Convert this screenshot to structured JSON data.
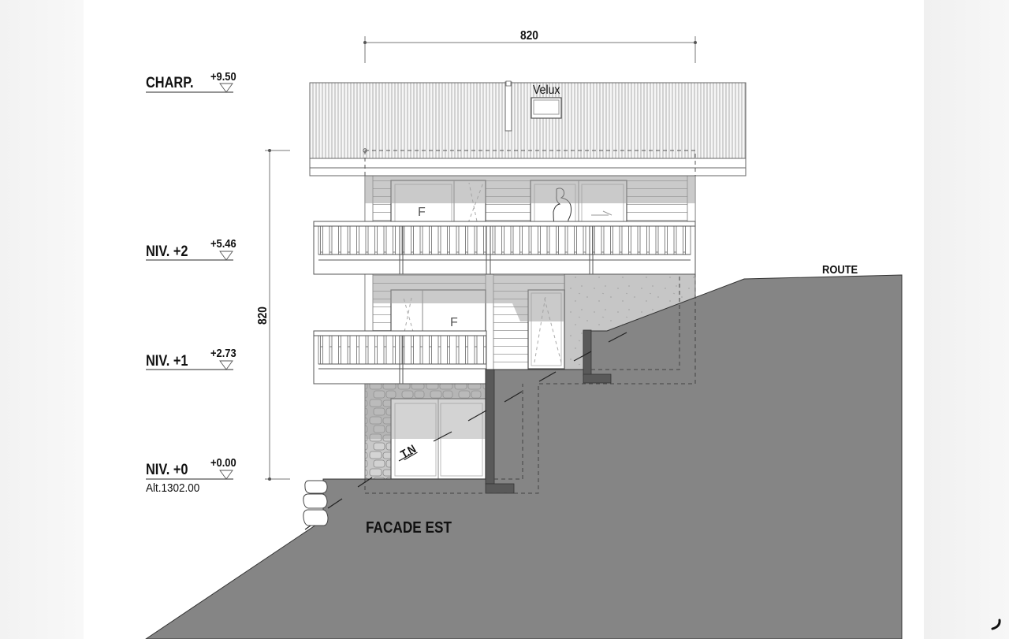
{
  "drawing": {
    "title": "FACADE EST",
    "levels": [
      {
        "name": "CHARP.",
        "elevation": "+9.50"
      },
      {
        "name": "NIV. +2",
        "elevation": "+5.46"
      },
      {
        "name": "NIV. +1",
        "elevation": "+2.73"
      },
      {
        "name": "NIV. +0",
        "elevation": "+0.00",
        "altitude": "Alt.1302.00"
      }
    ],
    "dimensions": {
      "width": "820",
      "height": "820"
    },
    "annotations": {
      "skylight": "Velux",
      "road": "ROUTE",
      "natural_ground": "T.N",
      "fixed_window_upper": "F",
      "fixed_window_middle": "F"
    }
  },
  "colors": {
    "ground": "#858585",
    "wall_dark": "#5a5a5a",
    "shadow": "#b0b0b0",
    "line": "#555555"
  }
}
